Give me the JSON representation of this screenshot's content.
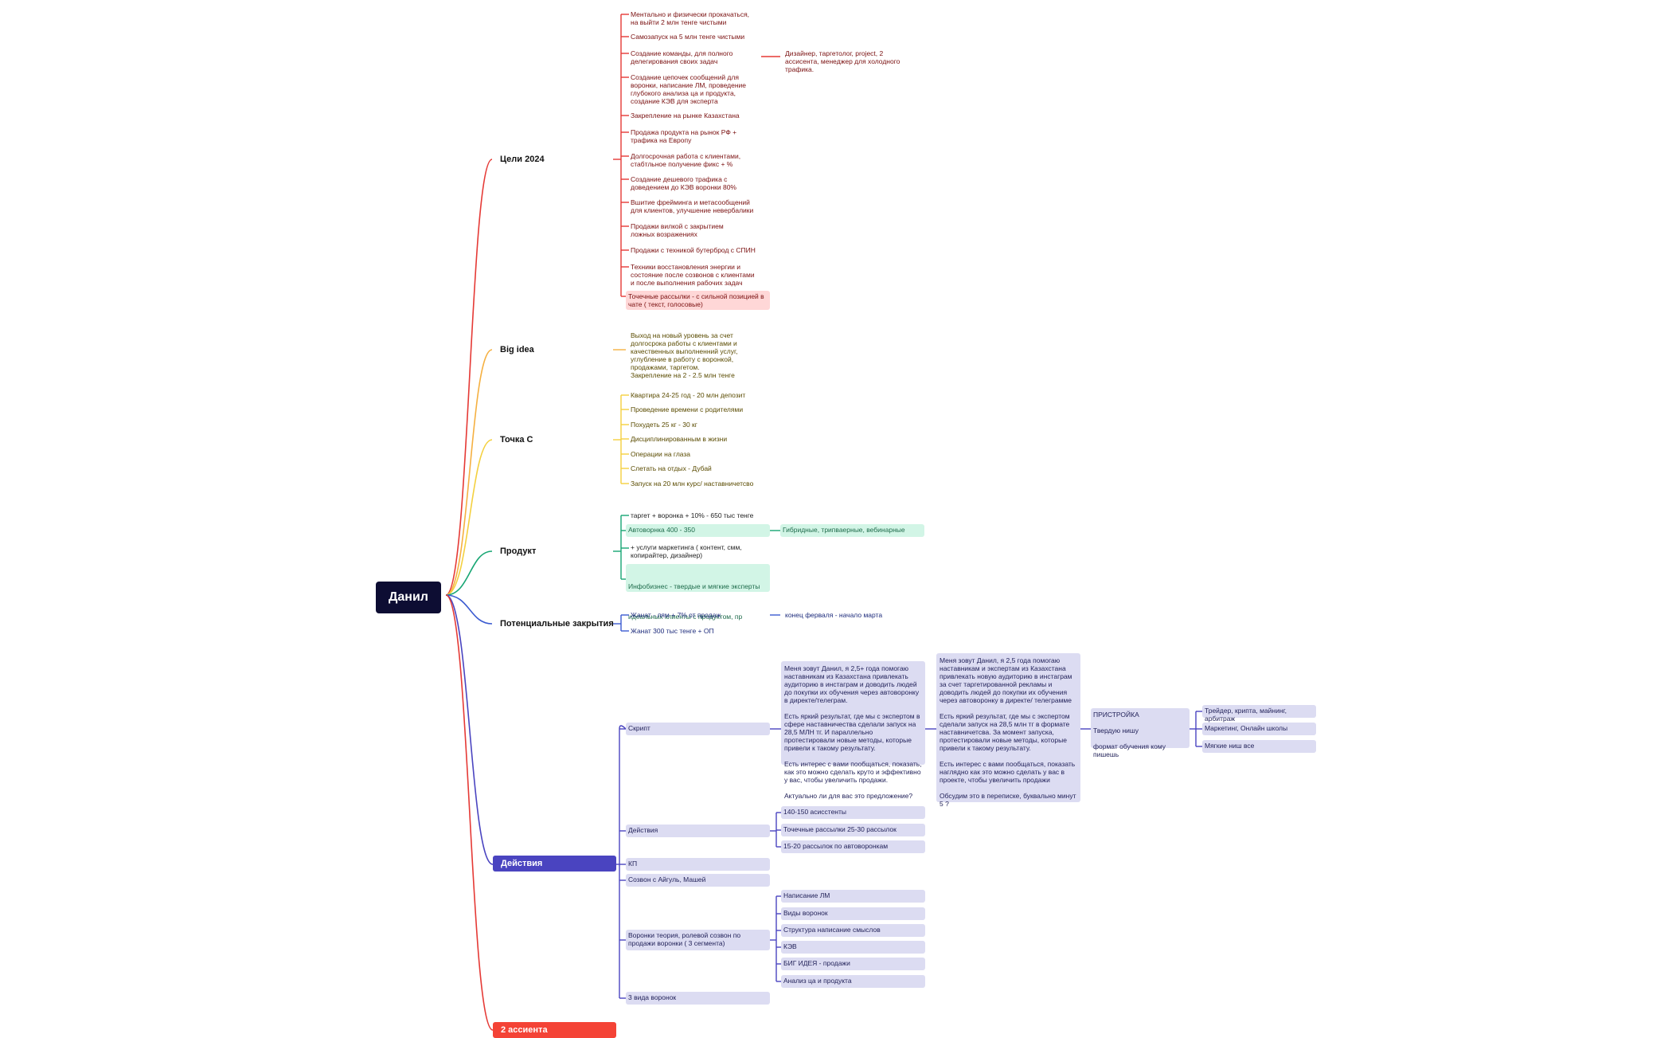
{
  "colors": {
    "red": "#e53935",
    "orange": "#f5b041",
    "yellow": "#f4d03f",
    "green": "#17a673",
    "blue": "#3b5bd1",
    "purple": "#4a44c0",
    "lavender": "#dcdcf2",
    "mint": "#d2f5e6",
    "pink": "#ffd7d7",
    "root_bg": "#0d0d33",
    "actions_bg": "#4a44c0",
    "assist_bg": "#f44336"
  },
  "root": {
    "label": "Данил"
  },
  "branches": {
    "goals": {
      "label": "Цели 2024",
      "items": [
        "Ментально и физически прокачаться,  на выйти 2 млн тенге чистыми",
        "Самозапуск на 5 млн тенге чистыми",
        "Создание команды, для полного делегирования своих задач",
        "Создание цепочек сообщений для воронки, написание ЛМ, проведение глубокого анализа ца и продукта, создание КЭВ для эксперта",
        "Закрепление на рынке Казахстана",
        "Продажа продукта на рынок РФ + трафика на Европу",
        "Долгосрочная работа с клиентами, стабтльное получение фикс + %",
        "Создание дешевого трафика с доведением до КЭВ воронки 80%",
        "Вшитие фрейминга и метасообщений для клиентов, улучшение невербалики",
        "Продажи вилкой с закрытием ложных возражениях",
        "Продажи с техникой бутерброд с СПИН",
        "Техники восстановления энергии и состояние после созвонов с клиентами и после выполнения рабочих задач",
        "Точечные рассылки - с сильной позицией в чате ( текст, голосовые)"
      ],
      "team_detail": "Дизайнер, таргетолог, project, 2 ассисента, менеджер для холодного трафика."
    },
    "bigidea": {
      "label": "Big idea",
      "text": "Выход на новый уровень за счет долгосрока работы с клиентами и качественных выполненний услуг, углубление в работу с воронкой, продажами, таргетом.\nЗакрепление на 2 - 2.5 млн тенге"
    },
    "pointc": {
      "label": "Точка С",
      "items": [
        "Квартира 24-25 год - 20 млн депозит",
        "Проведение времени с родителями",
        "Похудеть 25 кг - 30 кг",
        "Дисциплинированным в жизни",
        "Операции на глаза",
        "Слетать на отдых - Дубай",
        "Запуск на 20 млн курс/ наставничетсво"
      ]
    },
    "product": {
      "label": "Продукт",
      "items": [
        "таргет + воронка + 10% - 650 тыс тенге",
        "Автоворнка 400 - 350",
        "+ услуги маркетинга ( контент, смм, копирайтер, дизайнер)",
        "Инфобизнес - твердые и мягкие эксперты",
        "идеальных клиенты с продуктом, пр"
      ],
      "autofunnel_detail": "Гибридные, трипваерные, вебинарные"
    },
    "closings": {
      "label": "Потенциальные закрытия",
      "items": [
        "Жанат - лям + 7% от продаж",
        "Жанат 300 тыс тенге + ОП"
      ],
      "detail": "конец ферваля - начало марта"
    },
    "actions": {
      "label": "Действия",
      "script": "Скрипт",
      "script_text_1": "Меня зовут Данил, я 2,5+ года помогаю наставникам из Казахстана привлекать аудиторию в инстаграм и доводить людей до покупки их обучения через автоворонку в директе/телеграм.\n\nЕсть яркий результат, где мы с экспертом в сфере наставничества сделали запуск на 28,5 МЛН тг. И параллельно протестировали новые методы, которые привели к такому результату.\n\nЕсть интерес с вами пообщаться, показать, как это можно сделать круто и эффективно у вас, чтобы увеличить продажи.\n\nАктуально ли для вас это предложение?",
      "script_text_2": "Меня зовут Данил, я 2,5 года помогаю наставникам и экспертам из Казахстана привлекать новую аудиторию в инстаграм за счет таргетированной рекламы и доводить людей до покупки их обучения через автоворонку в директе/ телеграмме\n\nЕсть яркий результат, где мы с экспертом сделали запуск на 28,5 млн тг в формате наставничетсва. За момент запуска, протестировали новые методы, которые привели к такому результату.\n\nЕсть интерес с вами пообщаться, показать наглядно как это можно сделать у вас в проекте, чтобы увеличить продажи\n\nОбсудим это в переписке, буквально минут 5 ?",
      "prestroika": "ПРИСТРОЙКА\n\nТвердую нишу\n\nформат обучения кому пишешь",
      "niches": [
        "Трейдер, крипта, майнинг, арбитраж",
        "Маркетинг, Онлайн школы",
        "Мягкие ниш все"
      ],
      "deeds": "Действия",
      "deeds_items": [
        "140-150 асисстенты",
        "Точечные рассылки 25-30 рассылок",
        "15-20 рассылок по автоворонкам"
      ],
      "kp": "КП",
      "call": "Созвон с Айгуль, Машей",
      "funnels": "Воронки теория, ролевой созвон по продажи воронки ( 3 сегмента)",
      "funnels_items": [
        "Написание ЛМ",
        "Виды воронок",
        "Структура написание смыслов",
        "КЭВ",
        "БИГ ИДЕЯ - продажи",
        "Анализ ца и продукта"
      ],
      "three_funnels": "3 вида воронок"
    },
    "assistants": {
      "label": "2 ассиента"
    }
  }
}
